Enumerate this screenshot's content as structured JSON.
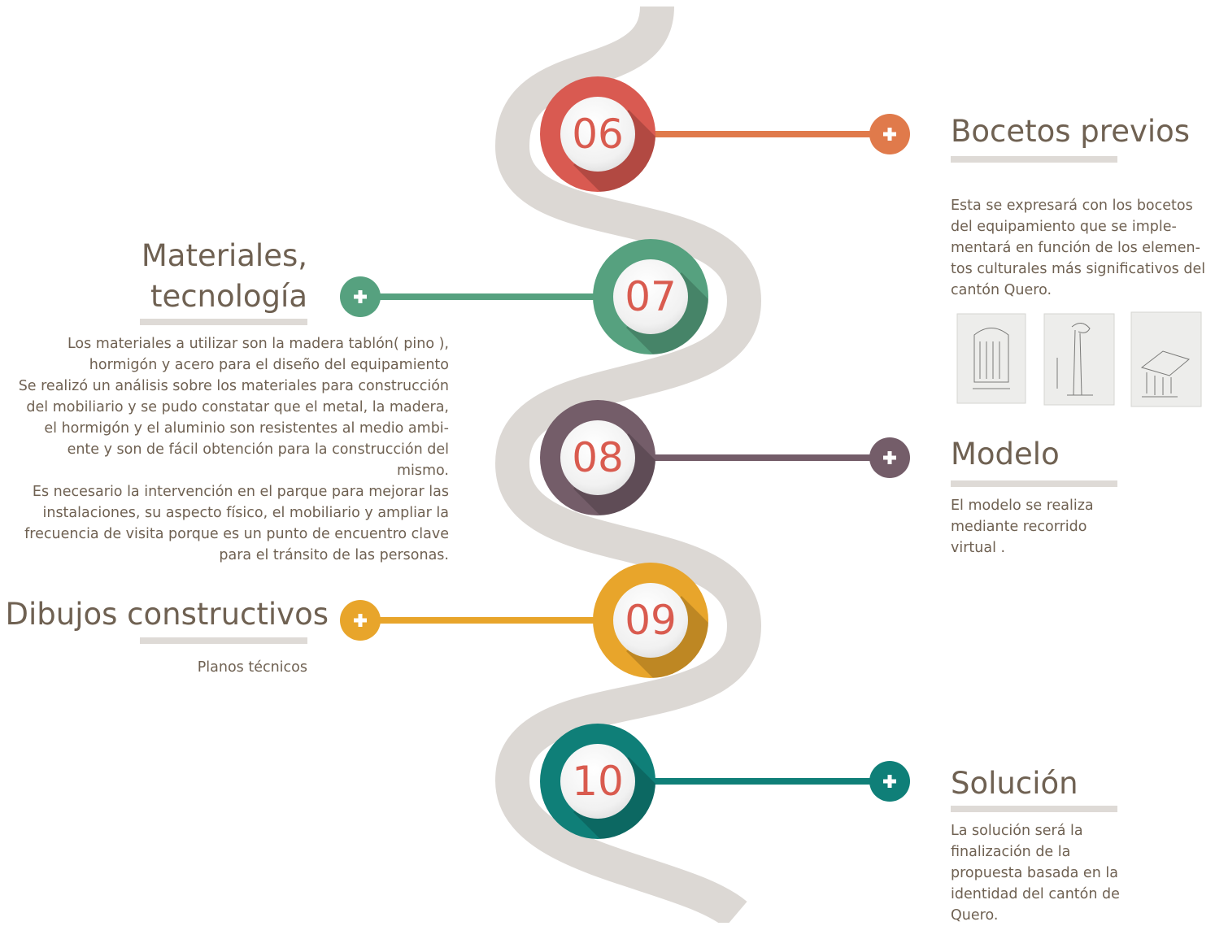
{
  "colors": {
    "road": "#dcd8d4",
    "text": "#6f6152",
    "number_text": "#d95b4f",
    "underline": "#dedad6"
  },
  "steps": [
    {
      "number": "06",
      "color": "#d95a51",
      "connector_color": "#e07a4b",
      "plus_icon": "plus-icon",
      "title": [
        "Bocetos previos"
      ],
      "body": [
        "Esta se expresará con los bocetos",
        "del equipamiento que se imple-",
        "mentará en función de los elemen-",
        "tos culturales más significativos del",
        "cantón Quero."
      ]
    },
    {
      "number": "07",
      "color": "#56a17f",
      "connector_color": "#56a17f",
      "plus_icon": "plus-icon",
      "title": [
        "Materiales,",
        "tecnología"
      ],
      "body": [
        "Los materiales a utilizar son la madera tablón( pino ),",
        "hormigón y acero para el diseño del equipamiento",
        "Se realizó un análisis sobre los materiales para construcción",
        "del mobiliario y se pudo constatar que el metal, la madera,",
        "el hormigón y el aluminio son resistentes al medio ambi-",
        "ente y son de fácil obtención para la construcción del",
        "mismo.",
        "Es necesario la intervención en el parque para mejorar las",
        "instalaciones, su aspecto físico, el mobiliario y ampliar la",
        "frecuencia de visita porque es un punto de encuentro clave",
        "para el tránsito de las personas."
      ]
    },
    {
      "number": "08",
      "color": "#745d69",
      "connector_color": "#745d69",
      "plus_icon": "plus-icon",
      "title": [
        "Modelo"
      ],
      "body": [
        "El modelo se realiza",
        "mediante recorrido",
        "virtual ."
      ]
    },
    {
      "number": "09",
      "color": "#e8a52b",
      "connector_color": "#e8a52b",
      "plus_icon": "plus-icon",
      "title": [
        "Dibujos constructivos"
      ],
      "body": [
        "Planos técnicos"
      ]
    },
    {
      "number": "10",
      "color": "#0f7f78",
      "connector_color": "#0f7f78",
      "plus_icon": "plus-icon",
      "title": [
        "Solución"
      ],
      "body": [
        "La solución será la",
        "finalización de la",
        "propuesta basada en la",
        "identidad del cantón de",
        "Quero."
      ]
    }
  ],
  "sketches": [
    {
      "name": "sketch-1",
      "icon": "pencil-sketch-image"
    },
    {
      "name": "sketch-2",
      "icon": "pencil-sketch-image"
    },
    {
      "name": "sketch-3",
      "icon": "pencil-sketch-image"
    }
  ]
}
